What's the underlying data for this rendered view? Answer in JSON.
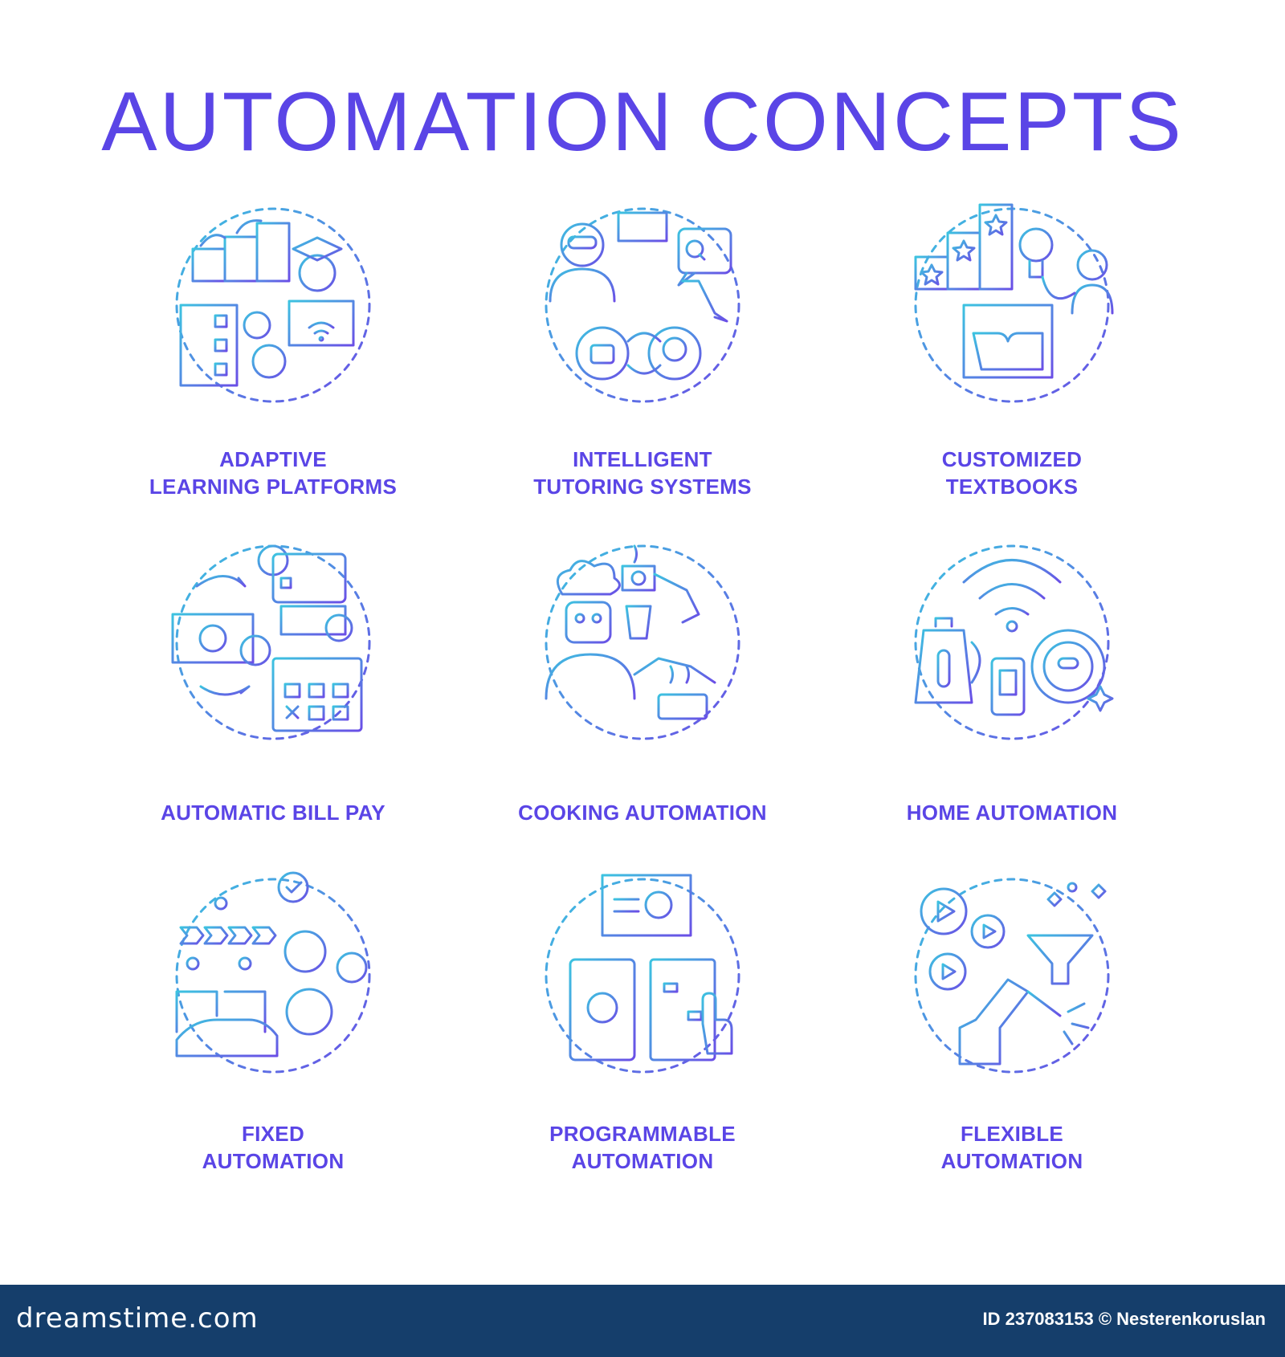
{
  "title": "AUTOMATION CONCEPTS",
  "accent_color": "#5a45e6",
  "icon_gradient": [
    "#3cc3e0",
    "#6a4ee6"
  ],
  "concepts": [
    {
      "line1": "ADAPTIVE",
      "line2": "LEARNING PLATFORMS",
      "icon": "podium-graduate-icon"
    },
    {
      "line1": "INTELLIGENT",
      "line2": "TUTORING SYSTEMS",
      "icon": "robot-tutor-icon"
    },
    {
      "line1": "CUSTOMIZED",
      "line2": "TEXTBOOKS",
      "icon": "star-rating-book-icon"
    },
    {
      "line1": "AUTOMATIC BILL PAY",
      "line2": "",
      "icon": "money-card-calendar-icon"
    },
    {
      "line1": "COOKING AUTOMATION",
      "line2": "",
      "icon": "chef-robot-icon"
    },
    {
      "line1": "HOME AUTOMATION",
      "line2": "",
      "icon": "wifi-kettle-vacuum-icon"
    },
    {
      "line1": "FIXED",
      "line2": "AUTOMATION",
      "icon": "assembly-line-car-icon"
    },
    {
      "line1": "PROGRAMMABLE",
      "line2": "AUTOMATION",
      "icon": "monitor-printer-control-icon"
    },
    {
      "line1": "FLEXIBLE",
      "line2": "AUTOMATION",
      "icon": "gears-funnel-robot-arm-icon"
    }
  ],
  "footer": {
    "site": "dreamstime.com",
    "credit": "ID 237083153 © Nesterenkoruslan"
  }
}
